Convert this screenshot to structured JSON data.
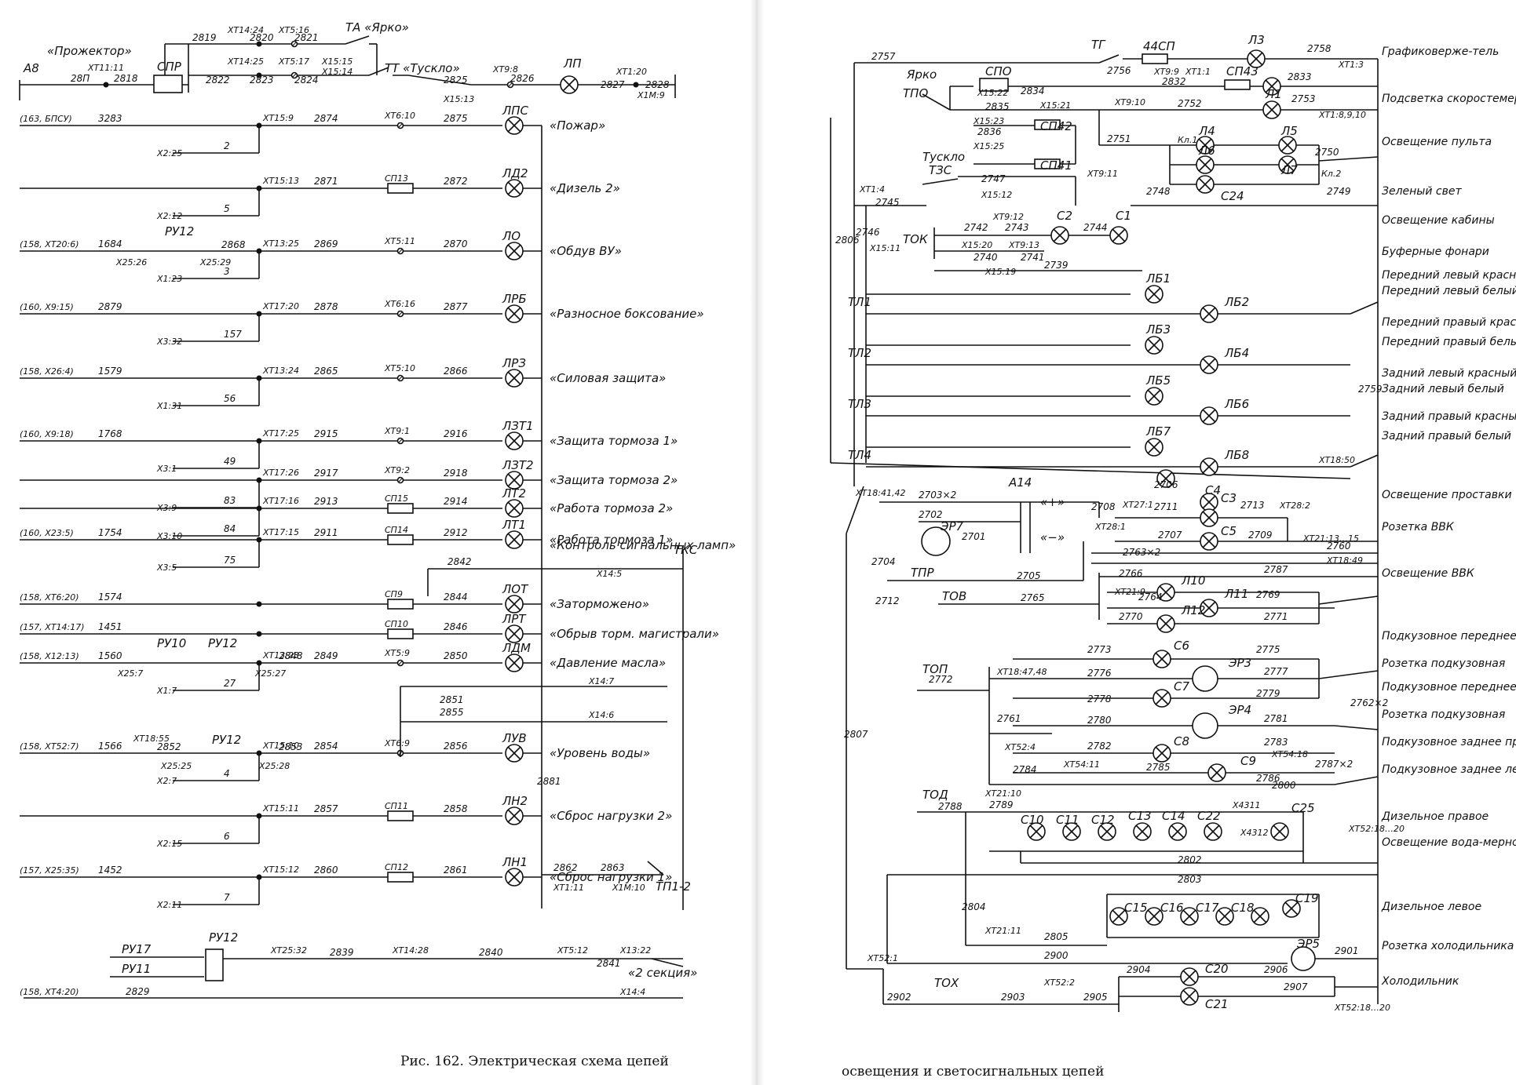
{
  "captions": {
    "left": "Рис. 162. Электрическая схема цепей",
    "right": "освещения и светосигнальных цепей"
  },
  "top_circuit": {
    "a8": "А8",
    "projector": "«Прожектор»",
    "spr": "СПР",
    "ta": "ТА «Ярко»",
    "tt": "ТТ «Тускло»",
    "lp": "ЛП",
    "xt14_24": "ХТ14:24",
    "xt5_16": "ХТ5:16",
    "xt14_25": "ХТ14:25",
    "xt5_17": "ХТ5:17",
    "xt15_15": "Х15:15",
    "xt15_14": "Х15:14",
    "xt11_11": "ХТ11:11",
    "xt9_8": "ХТ9:8",
    "x15_13": "Х15:13",
    "xt1_20": "ХТ1:20",
    "x1m_9": "Х1М:9",
    "w2819": "2819",
    "w2820": "2820",
    "w2821": "2821",
    "w2822": "2822",
    "w2823": "2823",
    "w2824": "2824",
    "w2818": "2818",
    "w28p": "28П",
    "w2825": "2825",
    "w2826": "2826",
    "w2827": "2827",
    "w2828": "2828"
  },
  "left_rows": [
    {
      "src": "(163, БПСУ)",
      "w1": "3283",
      "xt": "ХТ15:9",
      "w2": "2874",
      "xt2": "ХТ6:10",
      "w3": "2875",
      "lamp": "ЛПС",
      "signal": "«Пожар»",
      "branch": "Х2:25",
      "bw": "2"
    },
    {
      "src": "",
      "w1": "",
      "xt": "ХТ15:13",
      "w2": "2871",
      "xt2": "СП13",
      "w3": "2872",
      "lamp": "ЛД2",
      "signal": "«Дизель 2»",
      "branch": "Х2:12",
      "bw": "5"
    },
    {
      "src": "(158, ХТ20:6)",
      "w1": "1684",
      "xt": "ХТ13:25",
      "w2": "2869",
      "xt2": "ХТ5:11",
      "w3": "2870",
      "lamp": "ЛО",
      "signal": "«Обдув ВУ»",
      "branch": "Х1:23",
      "bw": "3"
    },
    {
      "src": "(160, Х9:15)",
      "w1": "2879",
      "xt": "ХТ17:20",
      "w2": "2878",
      "xt2": "ХТ6:16",
      "w3": "2877",
      "lamp": "ЛРБ",
      "signal": "«Разносное боксование»",
      "branch": "Х3:32",
      "bw": "157"
    },
    {
      "src": "(158, Х26:4)",
      "w1": "1579",
      "xt": "ХТ13:24",
      "w2": "2865",
      "xt2": "ХТ5:10",
      "w3": "2866",
      "lamp": "ЛРЗ",
      "signal": "«Силовая защита»",
      "branch": "Х1:31",
      "bw": "56"
    },
    {
      "src": "(160, Х9:18)",
      "w1": "1768",
      "xt": "ХТ17:25",
      "w2": "2915",
      "xt2": "ХТ9:1",
      "w3": "2916",
      "lamp": "ЛЗТ1",
      "signal": "«Защита тормоза 1»",
      "branch": "Х3:1",
      "bw": "49"
    },
    {
      "src": "",
      "w1": "",
      "xt": "ХТ17:26",
      "w2": "2917",
      "xt2": "ХТ9:2",
      "w3": "2918",
      "lamp": "ЛЗТ2",
      "signal": "«Защита тормоза 2»",
      "branch": "Х3:9",
      "bw": "83"
    },
    {
      "src": "",
      "w1": "",
      "xt": "ХТ17:16",
      "w2": "2913",
      "xt2": "СП15",
      "w3": "2914",
      "lamp": "ЛТ2",
      "signal": "«Работа тормоза 2»",
      "branch": "Х3:10",
      "bw": "84"
    },
    {
      "src": "(160, Х23:5)",
      "w1": "1754",
      "xt": "ХТ17:15",
      "w2": "2911",
      "xt2": "СП14",
      "w3": "2912",
      "lamp": "ЛТ1",
      "signal": "«Работа тормоза 1»",
      "branch": "Х3:5",
      "bw": "75"
    },
    {
      "src": "(158, ХТ6:20)",
      "w1": "1574",
      "xt": "",
      "w2": "",
      "xt2": "СП9",
      "w3": "2844",
      "lamp": "ЛОТ",
      "signal": "«Заторможено»",
      "branch": "",
      "bw": ""
    },
    {
      "src": "(157, ХТ14:17)",
      "w1": "1451",
      "xt": "",
      "w2": "",
      "xt2": "СП10",
      "w3": "2846",
      "lamp": "ЛРТ",
      "signal": "«Обрыв торм. магистрали»",
      "branch": "",
      "bw": ""
    },
    {
      "src": "(158, Х12:13)",
      "w1": "1560",
      "xt": "ХТ13:23",
      "w2": "2849",
      "xt2": "ХТ5:9",
      "w3": "2850",
      "lamp": "ЛДМ",
      "signal": "«Давление масла»",
      "branch": "Х1:7",
      "bw": "27"
    },
    {
      "src": "(158, ХТ52:7)",
      "w1": "1566",
      "xt": "ХТ15:10",
      "w2": "2854",
      "xt2": "ХТ6:9",
      "w3": "2856",
      "lamp": "ЛУВ",
      "signal": "«Уровень воды»",
      "branch": "Х2:7",
      "bw": "4"
    },
    {
      "src": "",
      "w1": "",
      "xt": "ХТ15:11",
      "w2": "2857",
      "xt2": "СП11",
      "w3": "2858",
      "lamp": "ЛН2",
      "signal": "«Сброс нагрузки 2»",
      "branch": "Х2:15",
      "bw": "6"
    },
    {
      "src": "(157, Х25:35)",
      "w1": "1452",
      "xt": "ХТ15:12",
      "w2": "2860",
      "xt2": "СП12",
      "w3": "2861",
      "lamp": "ЛН1",
      "signal": "«Сброс нагрузки 1»",
      "branch": "Х2:11",
      "bw": "7"
    }
  ],
  "left_misc": {
    "ru12a": "РУ12",
    "x25_26": "Х25:26",
    "x25_29": "Х25:29",
    "w2868": "2868",
    "control": "«Контроль сигнальных ламп»",
    "tks": "ТКС",
    "w2842": "2842",
    "x14_5": "Х14:5",
    "x14_7": "Х14:7",
    "x14_6": "Х14:6",
    "ru10": "РУ10",
    "ru12b": "РУ12",
    "x25_7": "Х25:7",
    "x25_27": "Х25:27",
    "w2848": "2848",
    "w2851": "2851",
    "w2855": "2855",
    "ru12c": "РУ12",
    "xt18_55": "ХТ18:55",
    "w2852": "2852",
    "w2853": "2853",
    "x25_25": "Х25:25",
    "x25_28": "Х25:28",
    "w2881": "2881",
    "w2862": "2862",
    "w2863": "2863",
    "xt1_11": "ХТ1:11",
    "x1m_10": "Х1М:10",
    "tp1_2": "ТП1-2",
    "ru17": "РУ17",
    "ru11": "РУ11",
    "ru12d": "РУ12",
    "xt25_32": "ХТ25:32",
    "w2839": "2839",
    "xt14_28": "ХТ14:28",
    "w2840": "2840",
    "xt5_12": "ХТ5:12",
    "w2841": "2841",
    "x13_22": "Х13:22",
    "sec2": "«2 секция»",
    "src2829": "(158, ХТ4:20)",
    "w2829": "2829",
    "x14_4": "Х14:4"
  },
  "right_labels": [
    "Графиковерже-тель",
    "Подсветка скоростемера",
    "Освещение пульта",
    "Зеленый свет",
    "Освещение кабины",
    "Буферные фонари",
    "Передний левый красный",
    "Передний левый белый",
    "Передний правый красный",
    "Передний правый белый",
    "Задний левый красный",
    "Задний левый белый",
    "Задний правый красный",
    "Задний правый белый",
    "Освещение проставки",
    "Розетка ВВК",
    "Освещение ВВК",
    "Подкузовное переднее левое",
    "Розетка подкузовная",
    "Подкузовное переднее правое",
    "Розетка подкузовная",
    "Подкузовное заднее правое",
    "Подкузовное заднее левое",
    "Дизельное правое",
    "Освещение вода-мерного стекла",
    "Дизельное левое",
    "Розетка холодильника",
    "Холодильник"
  ],
  "right_misc": {
    "tg": "ТГ",
    "sp44": "44СП",
    "l3": "Л3",
    "w2758": "2758",
    "xt1_3": "ХТ1:3",
    "w2757": "2757",
    "yarko": "Ярко",
    "spo": "СПО",
    "tpo": "ТПО",
    "w2756": "2756",
    "xt9_9": "ХТ9:9",
    "xt1_1": "ХТ1:1",
    "sp43": "СП43",
    "w2833": "2833",
    "w2834": "2834",
    "x15_22": "Х15:22",
    "w2832": "2832",
    "l1": "Л1",
    "w2752": "2752",
    "w2753": "2753",
    "xt9_10": "ХТ9:10",
    "x15_21": "Х15:21",
    "w2835": "2835",
    "xt1_8910": "ХТ1:8,9,10",
    "x15_23": "Х15:23",
    "w2836": "2836",
    "sp42": "СП42",
    "x15_25": "Х15:25",
    "sp41": "СП41",
    "w2751": "2751",
    "l4": "Л4",
    "l5": "Л5",
    "kl1": "Кл.1",
    "kl2": "Кл.2",
    "l6": "Л6",
    "l7": "Л7",
    "w2750": "2750",
    "tusklo": "Тускло",
    "tzs": "ТЗС",
    "w2747": "2747",
    "xt9_11": "ХТ9:11",
    "x15_12": "Х15:12",
    "w2748": "2748",
    "c24": "С24",
    "w2749": "2749",
    "xt1_4": "ХТ1:4",
    "w2745": "2745",
    "w2806": "2806",
    "w2746": "2746",
    "x15_11": "Х15:11",
    "tok": "ТОК",
    "xt9_12": "ХТ9:12",
    "c2": "С2",
    "c1": "С1",
    "w2742": "2742",
    "w2743": "2743",
    "w2744": "2744",
    "x15_20": "Х15:20",
    "xt9_13": "ХТ9:13",
    "w2740": "2740",
    "w2741": "2741",
    "x15_19": "Х15:19",
    "w2739": "2739",
    "tl1": "ТЛ1",
    "tl2": "ТЛ2",
    "tl3": "ТЛ3",
    "tl4": "ТЛ4",
    "lb1": "ЛБ1",
    "lb2": "ЛБ2",
    "lb3": "ЛБ3",
    "lb4": "ЛБ4",
    "lb5": "ЛБ5",
    "lb6": "ЛБ6",
    "lb7": "ЛБ7",
    "lb8": "ЛБ8",
    "w2759": "2759",
    "xt18_50": "ХТ18:50",
    "xt18_4142": "ХТ18:41,42",
    "w2703": "2703×2",
    "a14": "А14",
    "w2702": "2702",
    "er7": "ЭР7",
    "w2701": "2701",
    "plus": "«+»",
    "minus": "«−»",
    "tpr": "ТПР",
    "w2704": "2704",
    "w2706": "2706",
    "c3": "С3",
    "w2708": "2708",
    "xt27_1": "ХТ27:1",
    "c4": "С4",
    "w2711": "2711",
    "w2713": "2713",
    "xt28_2": "ХТ28:2",
    "xt28_1": "ХТ28:1",
    "c5": "С5",
    "w2707": "2707",
    "w2709": "2709",
    "w2763": "2763×2",
    "xt21_1315": "ХТ21:13…15",
    "w2760": "2760",
    "xt18_49": "ХТ18:49",
    "w2705": "2705",
    "tob": "ТОВ",
    "w2712": "2712",
    "w2765": "2765",
    "w2766": "2766",
    "l10": "Л10",
    "w2787": "2787",
    "xt21_9": "ХТ21:9",
    "w2764": "2764",
    "l11": "Л11",
    "w2769": "2769",
    "l12": "Л12",
    "w2770": "2770",
    "w2771": "2771",
    "top": "ТОП",
    "w2773": "2773",
    "c6": "С6",
    "w2775": "2775",
    "w2772": "2772",
    "xt18_4748": "ХТ18:47,48",
    "w2776": "2776",
    "er3": "ЭР3",
    "w2777": "2777",
    "w2778": "2778",
    "c7": "С7",
    "w2779": "2779",
    "w2761": "2761",
    "w2780": "2780",
    "er4": "ЭР4",
    "w2781": "2781",
    "w2807": "2807",
    "xt52_4": "ХТ52:4",
    "w2782": "2782",
    "c8": "С8",
    "w2783": "2783",
    "xt54_18": "ХТ54:18",
    "w2784": "2784",
    "xt54_11": "ХТ54:11",
    "w2785": "2785",
    "c9": "С9",
    "w2786": "2786",
    "w2787b": "2787×2",
    "w2762": "2762×2",
    "tod": "ТОД",
    "w2788": "2788",
    "xt21_10": "ХТ21:10",
    "w2789": "2789",
    "w2800": "2800",
    "c10": "С10",
    "c11": "С11",
    "c12": "С12",
    "c13": "С13",
    "c14": "С14",
    "c22": "С22",
    "c25": "С25",
    "x4311": "Х4311",
    "x4312": "Х4312",
    "w2802": "2802",
    "xt52_1820": "ХТ52:18…20",
    "w2803": "2803",
    "w2804": "2804",
    "c15": "С15",
    "c16": "С16",
    "c17": "С17",
    "c18": "С18",
    "c19": "С19",
    "xt21_11": "ХТ21:11",
    "w2805": "2805",
    "xt52_1": "ХТ52:1",
    "er5": "ЭР5",
    "w2900": "2900",
    "w2901": "2901",
    "tox": "ТОХ",
    "w2902": "2902",
    "w2903": "2903",
    "xt52_2": "ХТ52:2",
    "w2905": "2905",
    "w2904": "2904",
    "c20": "С20",
    "w2906": "2906",
    "c21": "С21",
    "w2907": "2907",
    "xt52_1820b": "ХТ52:18…20"
  }
}
